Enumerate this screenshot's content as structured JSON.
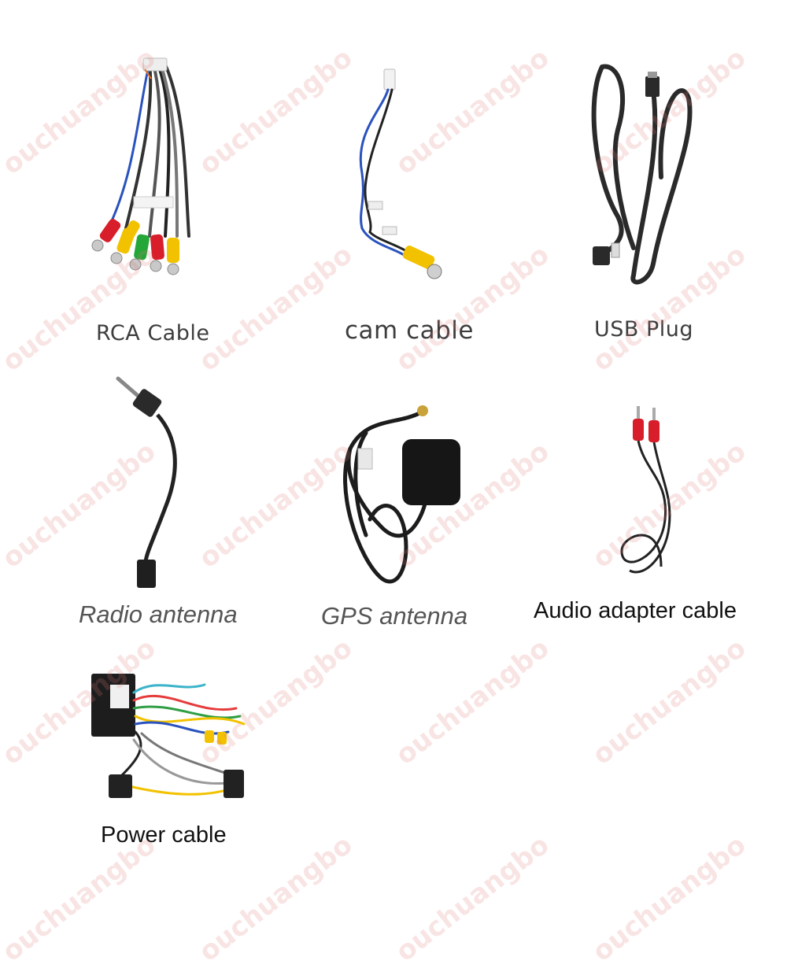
{
  "watermark": {
    "text": "ouchuangbo",
    "color": "#e27878"
  },
  "items": [
    {
      "label": "RCA Cable",
      "icon": "rca-cable-icon"
    },
    {
      "label": "cam cable",
      "icon": "camera-cable-icon"
    },
    {
      "label": "USB Plug",
      "icon": "usb-plug-icon"
    },
    {
      "label": "Radio antenna",
      "icon": "radio-antenna-icon"
    },
    {
      "label": "GPS antenna",
      "icon": "gps-antenna-icon"
    },
    {
      "label": "Audio adapter cable",
      "icon": "audio-adapter-cable-icon"
    },
    {
      "label": "Power cable",
      "icon": "power-cable-icon"
    }
  ],
  "colors": {
    "rca_red": "#d81e2a",
    "rca_yellow": "#f2c200",
    "rca_green": "#25a638",
    "cable_black": "#222222"
  }
}
